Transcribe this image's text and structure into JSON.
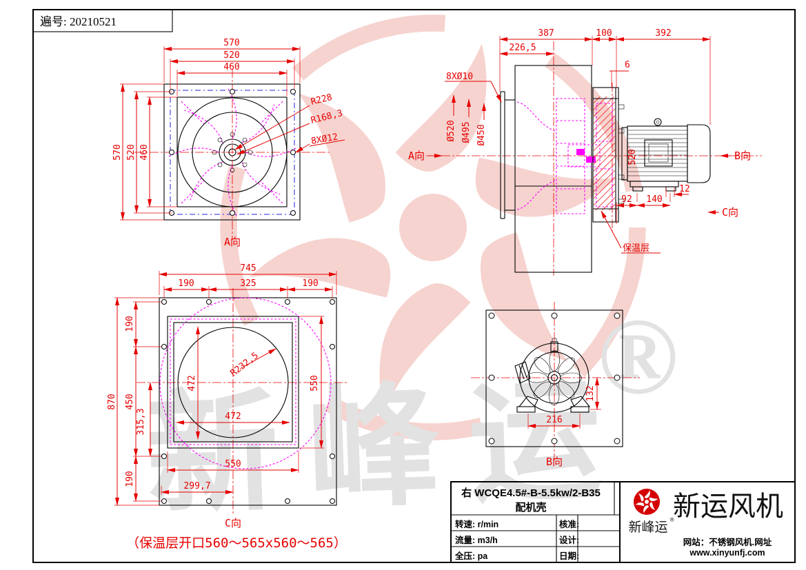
{
  "page": {
    "docNo": "遍号: 20210521"
  },
  "front": {
    "dim570": "570",
    "dim520": "520",
    "dim460": "460",
    "r228": "R228",
    "r168": "R168,3",
    "holes": "8XØ12",
    "label": "A向"
  },
  "side": {
    "d387": "387",
    "d100": "100",
    "d392": "392",
    "d2265": "226,5",
    "d6": "6",
    "holes": "8XØ10",
    "dia520": "Ø520",
    "dia495": "Ø495",
    "dia450": "Ø450",
    "aLabel": "A向",
    "bLabel": "B向",
    "cLabel": "C向",
    "d92": "92",
    "d140": "140",
    "d12": "12",
    "d520": "520",
    "insulation": "保温层"
  },
  "cview": {
    "d745": "745",
    "d190": "190",
    "d325": "325",
    "d870": "870",
    "d450": "450",
    "d3153": "315,3",
    "d472": "472",
    "d550": "550",
    "d2997": "299,7",
    "r2325": "R232,5",
    "label": "C向",
    "note": "（保温层开口560～565x560～565）"
  },
  "bview": {
    "d216": "216",
    "d132": "132",
    "label": "B向"
  },
  "titleblock": {
    "model1": "右 WCQE4.5#-B-5.5kw/2-B35",
    "model2": "配机壳",
    "rows": [
      {
        "left": "转速: r/min",
        "right": "核准:"
      },
      {
        "left": "流量: m3/h",
        "right": "设计:"
      },
      {
        "left": "全压: pa",
        "right": "日期:"
      }
    ]
  },
  "brand": {
    "name": "新峰运",
    "reg": "®",
    "company": "新运风机",
    "site": "网站：不锈钢风机.网址",
    "url": "www.xinyunfj.com"
  },
  "watermark": {
    "text": "新峰运",
    "reg": "®"
  },
  "colors": {
    "line": "#000000",
    "dim": "#e60000",
    "magenta": "#ff00ff",
    "blue": "#2020df",
    "pink": "#f6d3cf",
    "gray": "#e2e2e2"
  }
}
